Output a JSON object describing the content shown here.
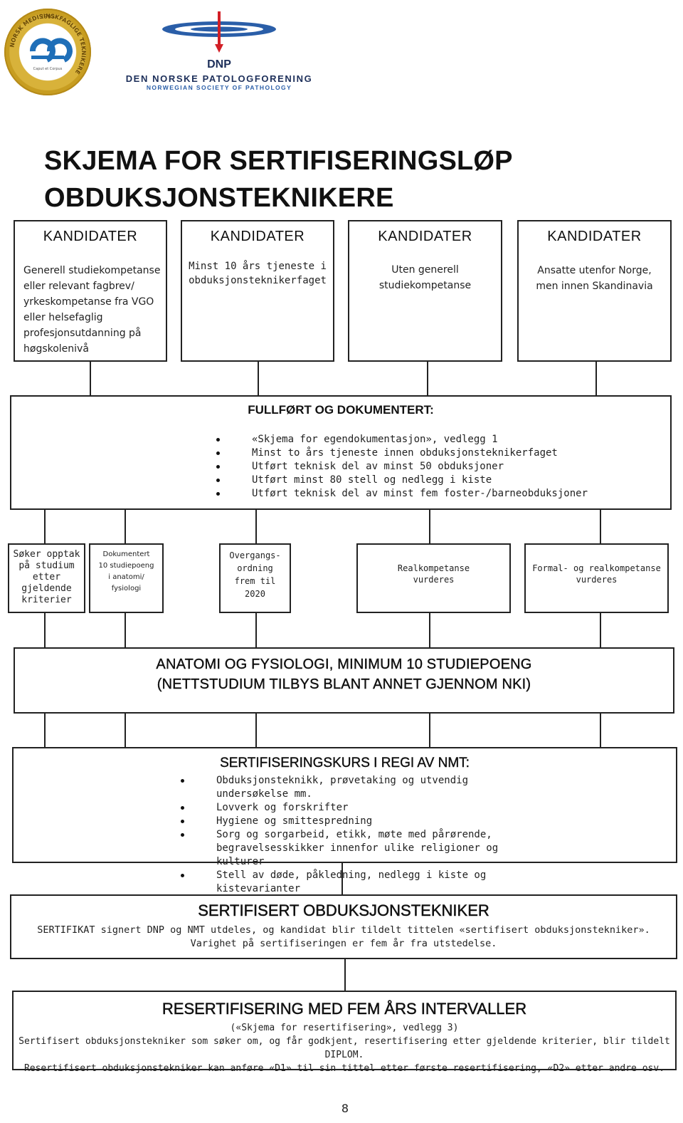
{
  "logos": {
    "nmt": {
      "year": "1993",
      "ring": "NORSK MEDISINSKFAGLIGE TEKNIKERE",
      "center": "Caput et Corpus"
    },
    "dnp": {
      "abbr": "DNP",
      "name": "DEN NORSKE PATOLOGFORENING",
      "name_en": "NORWEGIAN SOCIETY OF PATHOLOGY"
    }
  },
  "title": {
    "line1": "SKJEMA FOR SERTIFISERINGSLØP",
    "line2": "OBDUKSJONSTEKNIKERE"
  },
  "candidates": [
    {
      "heading": "KANDIDATER",
      "lines": [
        "Generell studiekompetanse",
        "eller relevant fagbrev/",
        "yrkeskompetanse fra VGO",
        "eller helsefaglig",
        "profesjonsutdanning på",
        "høgskolenivå"
      ]
    },
    {
      "heading": "KANDIDATER",
      "lines": [
        "Minst 10 års tjeneste i",
        "obduksjonsteknikerfaget"
      ]
    },
    {
      "heading": "KANDIDATER",
      "lines": [
        "Uten generell",
        "studiekompetanse"
      ]
    },
    {
      "heading": "KANDIDATER",
      "lines": [
        "Ansatte utenfor Norge,",
        "men innen Skandinavia"
      ]
    }
  ],
  "documented": {
    "heading": "FULLFØRT OG DOKUMENTERT:",
    "items": [
      "«Skjema for egendokumentasjon», vedlegg 1",
      "Minst to års tjeneste innen obduksjonsteknikerfaget",
      "Utført teknisk del av minst 50 obduksjoner",
      "Utført minst 80 stell og nedlegg i kiste",
      "Utført teknisk del av minst fem foster-/barneobduksjoner"
    ]
  },
  "paths": [
    {
      "lines": [
        "Søker opptak",
        "på studium",
        "etter",
        "gjeldende",
        "kriterier"
      ]
    },
    {
      "lines": [
        "Dokumentert",
        "10 studiepoeng",
        "i anatomi/",
        "fysiologi"
      ]
    },
    {
      "lines": [
        "Overgangs-",
        "ordning",
        "frem til",
        "2020"
      ]
    },
    {
      "lines": [
        "Realkompetanse",
        "vurderes"
      ]
    },
    {
      "lines": [
        "Formal- og realkompetanse",
        "vurderes"
      ]
    }
  ],
  "anatomy": {
    "line1": "ANATOMI OG FYSIOLOGI, MINIMUM 10 STUDIEPOENG",
    "line2": "(NETTSTUDIUM TILBYS BLANT ANNET GJENNOM NKI)"
  },
  "course": {
    "heading": "SERTIFISERINGSKURS I REGI AV NMT:",
    "items": [
      "Obduksjonsteknikk, prøvetaking og utvendig undersøkelse mm.",
      "Lovverk og forskrifter",
      "Hygiene og smittespredning",
      "Sorg og sorgarbeid, etikk, møte med pårørende, begravelsesskikker innenfor ulike religioner og kulturer",
      "Stell av døde, påkledning, nedlegg i kiste og kistevarianter"
    ]
  },
  "certified": {
    "heading": "SERTIFISERT OBDUKSJONSTEKNIKER",
    "line1": "SERTIFIKAT signert DNP og NMT utdeles, og kandidat blir tildelt tittelen «sertifisert obduksjonstekniker».",
    "line2": "Varighet på sertifiseringen er fem år fra utstedelse."
  },
  "recert": {
    "heading": "RESERTIFISERING MED FEM ÅRS INTERVALLER",
    "line1": "(«Skjema for resertifisering», vedlegg 3)",
    "line2": "Sertifisert obduksjonstekniker som søker om, og får godkjent, resertifisering etter gjeldende kriterier, blir tildelt DIPLOM.",
    "line3": "Resertifisert obduksjonstekniker kan anføre «D1» til sin tittel etter første resertifisering, «D2» etter andre osv."
  },
  "page_number": "8"
}
